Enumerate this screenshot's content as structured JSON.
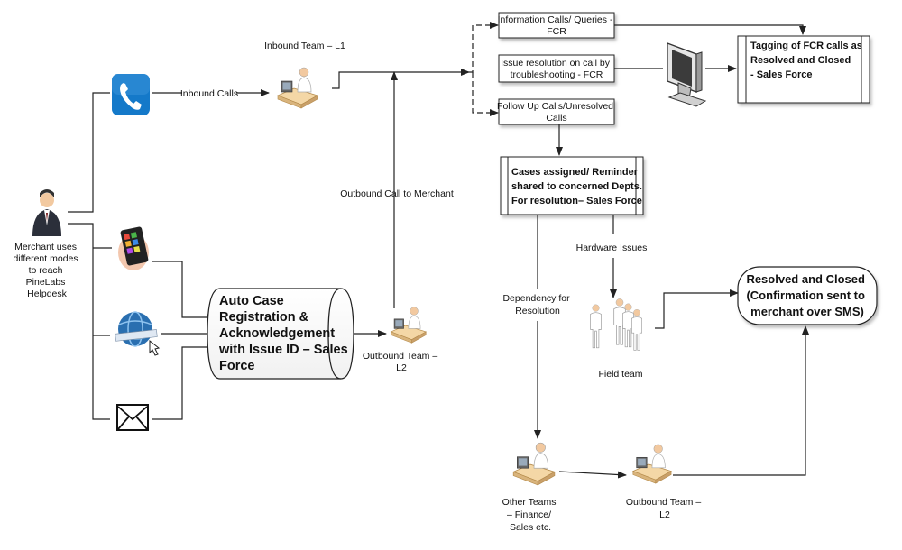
{
  "merchant": {
    "lines": [
      "Merchant uses",
      "different modes",
      "to reach",
      "PineLabs",
      "Helpdesk"
    ]
  },
  "inbound_calls_label": "Inbound Calls",
  "inbound_team_label": "Inbound Team – L1",
  "outbound_call_label": "Outbound Call to Merchant",
  "auto_case": {
    "lines": [
      "Auto Case",
      "Registration &",
      "Acknowledgement",
      "with Issue ID – Sales",
      "Force"
    ]
  },
  "outbound_team_l2": {
    "lines": [
      "Outbound Team –",
      "L2"
    ]
  },
  "info_calls": {
    "lines": [
      "Information Calls/ Queries -",
      "FCR"
    ]
  },
  "issue_resolution": {
    "lines": [
      "Issue resolution on call by",
      "troubleshooting - FCR"
    ]
  },
  "followup_calls": {
    "lines": [
      "Follow Up Calls/Unresolved",
      "Calls"
    ]
  },
  "tagging": {
    "lines": [
      "Tagging of FCR calls as",
      "Resolved and Closed",
      " - Sales Force"
    ]
  },
  "cases_assigned": {
    "lines": [
      "Cases assigned/ Reminder",
      "shared to concerned Depts.",
      "For resolution– Sales Force"
    ]
  },
  "hardware_issues_label": "Hardware Issues",
  "dependency": {
    "lines": [
      "Dependency for",
      "Resolution"
    ]
  },
  "field_team_label": "Field team",
  "resolved": {
    "lines": [
      "Resolved and Closed",
      "(Confirmation sent to",
      "merchant over SMS)"
    ]
  },
  "other_teams": {
    "lines": [
      "Other Teams",
      "– Finance/",
      "Sales etc."
    ]
  },
  "outbound_team_bottom": {
    "lines": [
      "Outbound Team –",
      "L2"
    ]
  },
  "colors": {
    "phone_blue": "#1479c9",
    "globe_blue": "#2a6fb0",
    "box_fill": "#ffffff",
    "line": "#222222"
  }
}
